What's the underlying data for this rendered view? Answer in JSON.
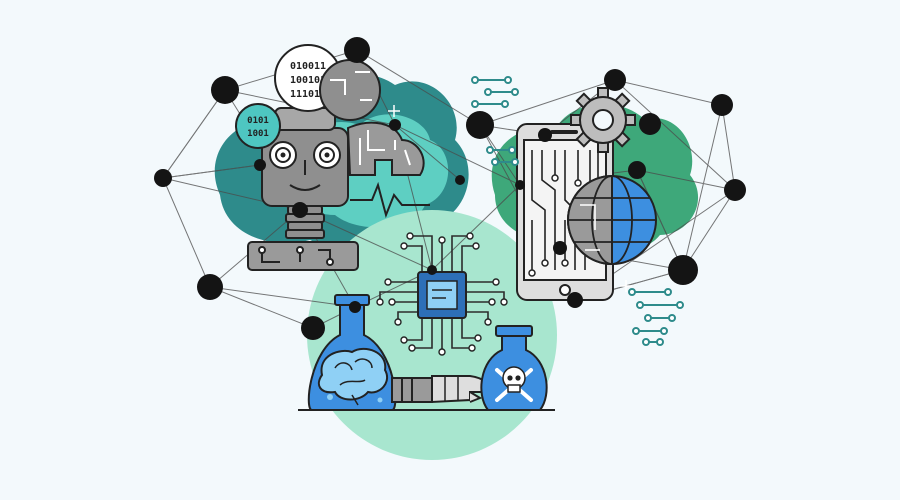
{
  "binary_bubbles": {
    "large": [
      "010011",
      "100101",
      "111010"
    ],
    "small": [
      "0101",
      "1001"
    ]
  },
  "icons": [
    "robot-head-icon",
    "binary-bubble-icon",
    "smartphone-icon",
    "globe-icon",
    "gear-icon",
    "processor-chip-icon",
    "brain-flask-icon",
    "skull-crossbones-flask-icon",
    "robotic-hand-icon",
    "network-node-icon"
  ],
  "colors": {
    "background": "#f3f9fc",
    "teal": "#2e8b8b",
    "teal_light": "#5ecfc2",
    "mint_circle": "#a8e6cf",
    "green_blob": "#3ea87a",
    "node": "#141414",
    "line": "#4a4a4a",
    "metal": "#8f8f8f",
    "flask_blue": "#3d8fe0"
  }
}
